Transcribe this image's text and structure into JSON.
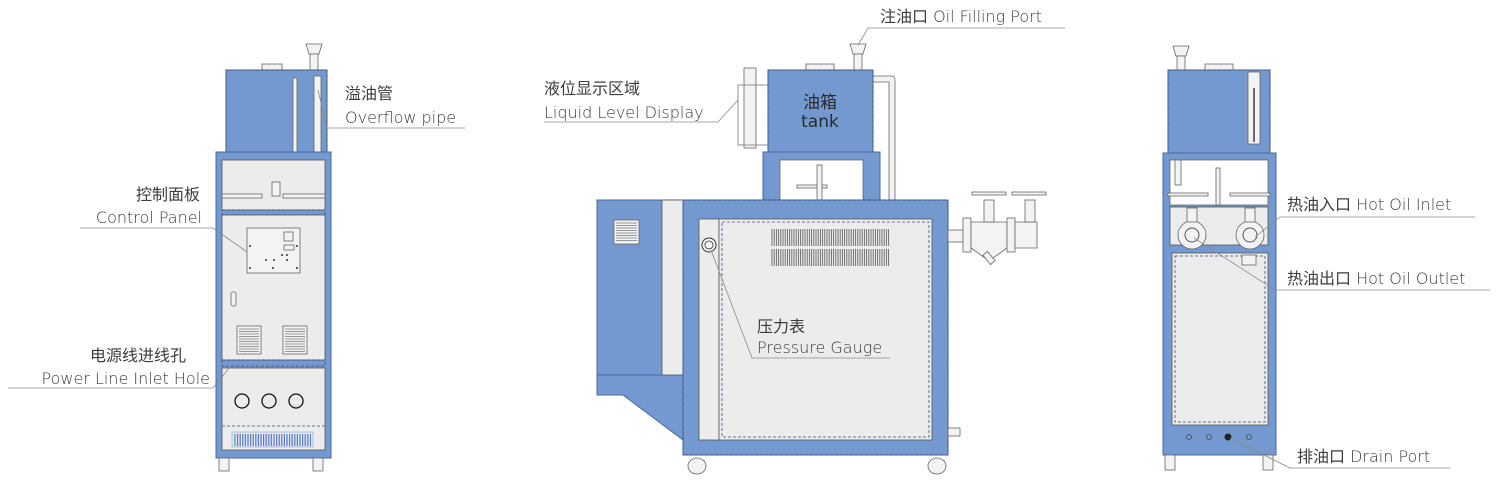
{
  "colors": {
    "machine_blue": "#7399d0",
    "panel_grey": "#ececec",
    "label_text": "#3c3c3c"
  },
  "views": {
    "front": {
      "labels": {
        "overflow_cn": "溢油管",
        "overflow_en": "Overflow pipe",
        "control_cn": "控制面板",
        "control_en": "Control Panel",
        "power_cn": "电源线进线孔",
        "power_en": "Power Line Inlet Hole"
      }
    },
    "side": {
      "labels": {
        "filling": "注油口  Oil Filling Port",
        "level_cn": "液位显示区域",
        "level_en": "Liquid Level Display",
        "tank_cn": "油箱",
        "tank_en": "tank",
        "gauge_cn": "压力表",
        "gauge_en": "Pressure Gauge"
      }
    },
    "rear": {
      "labels": {
        "inlet": "热油入口   Hot Oil Inlet",
        "outlet": "热油出口   Hot Oil Outlet",
        "drain": "排油口   Drain Port"
      }
    }
  }
}
